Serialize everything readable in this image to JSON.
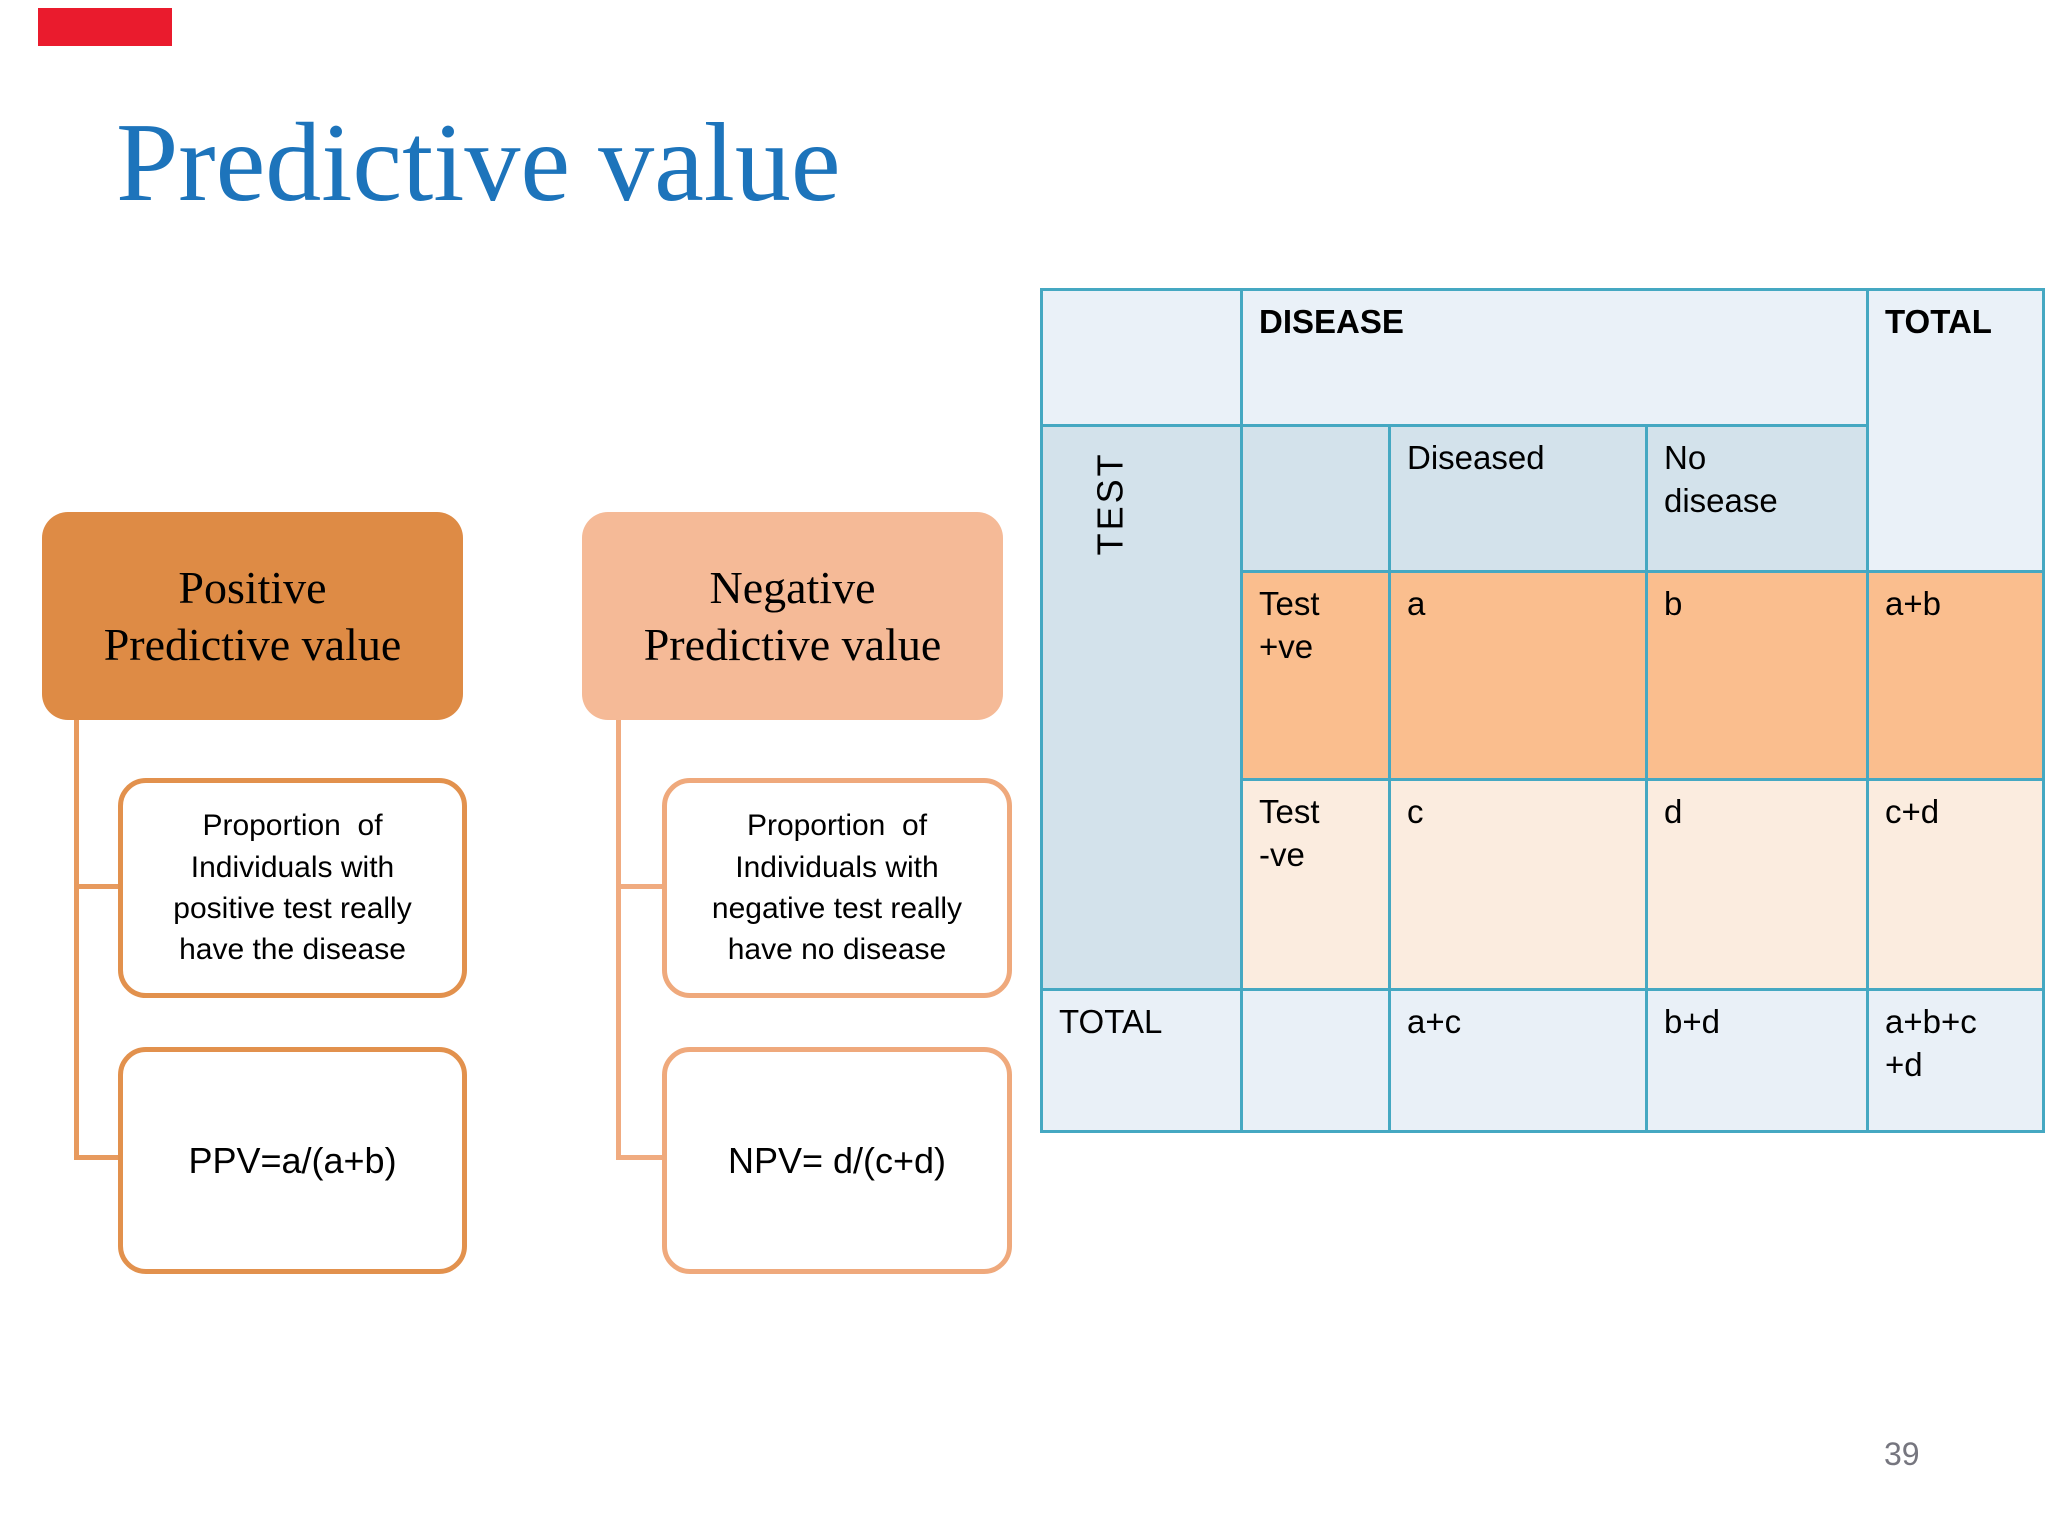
{
  "page": {
    "title": "Predictive value",
    "page_number": "39"
  },
  "colors": {
    "title_blue": "#1d74bb",
    "red_accent": "#ea1b2d",
    "ppv_box_fill": "#de8b45",
    "npv_box_fill": "#f5ba97",
    "ppv_outline": "#e2914d",
    "npv_outline": "#efa97c",
    "table_border_teal": "#45a8c2",
    "table_header_blue": "#eaf1f8",
    "table_subheader_blue": "#d3e2eb",
    "positive_row_orange": "#fabe8e",
    "negative_row_peach": "#fbecdf"
  },
  "ppv": {
    "heading": "Positive\nPredictive value",
    "definition": "Proportion  of\nIndividuals with\npositive test really\nhave the disease",
    "formula": "PPV=a/(a+b)"
  },
  "npv": {
    "heading": "Negative\nPredictive value",
    "definition": "Proportion  of\nIndividuals with\nnegative test really\nhave no disease",
    "formula": "NPV= d/(c+d)"
  },
  "table": {
    "group_header": "DISEASE",
    "total_header": "TOTAL",
    "side_header": "TEST",
    "sub_headers": {
      "diseased": "Diseased",
      "no_disease": "No\ndisease"
    },
    "row_pos": {
      "label": "Test\n+ve",
      "diseased": "a",
      "no_disease": "b",
      "total": "a+b"
    },
    "row_neg": {
      "label": "Test\n-ve",
      "diseased": "c",
      "no_disease": "d",
      "total": "c+d"
    },
    "row_total": {
      "label": "TOTAL",
      "diseased": "a+c",
      "no_disease": "b+d",
      "total": "a+b+c\n+d"
    }
  }
}
